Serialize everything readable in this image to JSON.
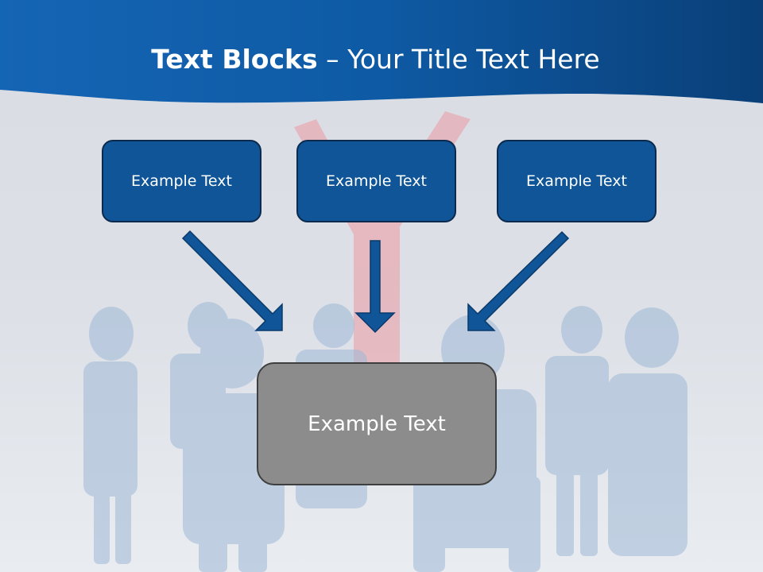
{
  "slide": {
    "title_bold": "Text Blocks",
    "title_rest": " – Your Title Text Here",
    "box_left": "Example Text",
    "box_middle": "Example Text",
    "box_right": "Example Text",
    "box_center": "Example Text"
  },
  "colors": {
    "header_blue": "#0f5597",
    "box_fill": "#0f5597",
    "box_border": "#0b2a4e",
    "center_fill": "#8c8c8c",
    "center_border": "#3f3f3f",
    "arrow_fill": "#0f5597",
    "background": "#dfe3e8"
  }
}
